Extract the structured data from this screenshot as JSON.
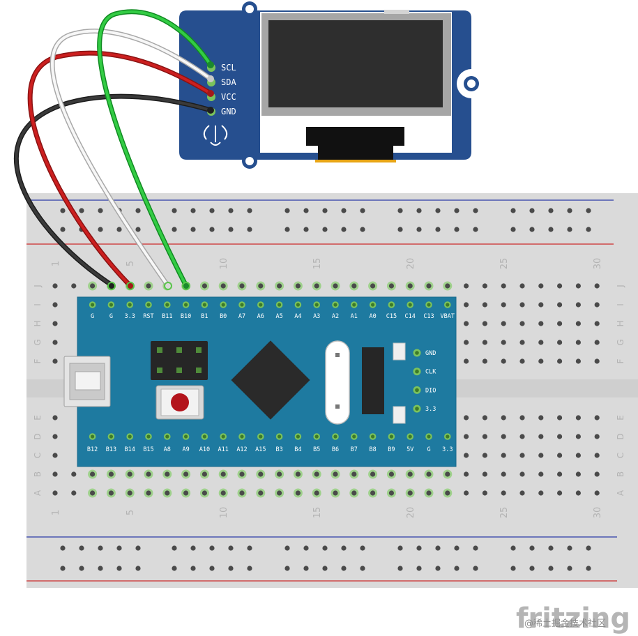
{
  "oled": {
    "pins": [
      "SCL",
      "SDA",
      "VCC",
      "GND"
    ]
  },
  "breadboard": {
    "column_numbers": [
      "1",
      "5",
      "10",
      "15",
      "20",
      "25",
      "30"
    ],
    "rows_top": [
      "J",
      "I",
      "H",
      "G",
      "F"
    ],
    "rows_bottom": [
      "E",
      "D",
      "C",
      "B",
      "A"
    ]
  },
  "mcu": {
    "top_pins": [
      "G",
      "G",
      "3.3",
      "RST",
      "B11",
      "B10",
      "B1",
      "B0",
      "A7",
      "A6",
      "A5",
      "A4",
      "A3",
      "A2",
      "A1",
      "A0",
      "C15",
      "C14",
      "C13",
      "VBAT"
    ],
    "bottom_pins": [
      "B12",
      "B13",
      "B14",
      "B15",
      "A8",
      "A9",
      "A10",
      "A11",
      "A12",
      "A15",
      "B3",
      "B4",
      "B5",
      "B6",
      "B7",
      "B8",
      "B9",
      "5V",
      "G",
      "3.3"
    ],
    "swd_pins": [
      "GND",
      "CLK",
      "DIO",
      "3.3"
    ]
  },
  "colors": {
    "wire_scl": "#22b53a",
    "wire_sda": "#f2f2f2",
    "wire_vcc": "#cc1f1f",
    "wire_gnd": "#2a2a2a",
    "oled_board": "#264f8f",
    "mcu_board": "#1e7aa0"
  },
  "branding": {
    "logo": "fritzing",
    "watermark": "@稀土掘金技术社区"
  }
}
